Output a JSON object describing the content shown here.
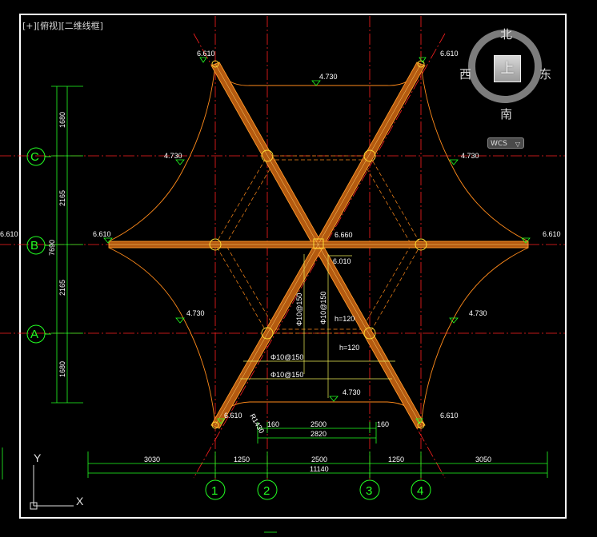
{
  "viewport": {
    "label": "[+][俯视][二维线框]"
  },
  "viewcube": {
    "north": "北",
    "south": "南",
    "east": "东",
    "west": "西",
    "top_face": "上",
    "wcs_label": "WCS",
    "wcs_caret": "▽"
  },
  "ucs_icon": {
    "x_label": "X",
    "y_label": "Y"
  },
  "colors": {
    "background": "#000000",
    "axis_line": "#ff2020",
    "dim_line": "#22ff22",
    "beam_edge": "#ff9a2a",
    "beam_fill": "#c06a10",
    "membrane": "#ff8a1a",
    "annotation": "#ffff66",
    "frame": "#ffffff"
  },
  "grid_axes": {
    "rows": [
      "C",
      "B",
      "A"
    ],
    "columns": [
      "1",
      "2",
      "3",
      "4"
    ]
  },
  "elevations": {
    "corner": "6.610",
    "edge_mid": "4.730",
    "center": "6.660",
    "sub": "6.010",
    "left_edge_partial": "6.610"
  },
  "dims_left": {
    "segments": [
      "1680",
      "2165",
      "2165",
      "1680"
    ],
    "total": "7690"
  },
  "dims_bottom": {
    "row1": [
      "3030",
      "1250",
      "2500",
      "1250",
      "3050"
    ],
    "total": "11140"
  },
  "dims_detail": {
    "spans": [
      "160",
      "2500",
      "160"
    ],
    "total": "2820",
    "radius": "R1430"
  },
  "rebar_notes": {
    "vertical_1": "Φ10@150",
    "vertical_2": "Φ10@150",
    "h1": "h=120",
    "h2": "h=120",
    "horizontal_1": "Φ10@150",
    "horizontal_2": "Φ10@150"
  }
}
